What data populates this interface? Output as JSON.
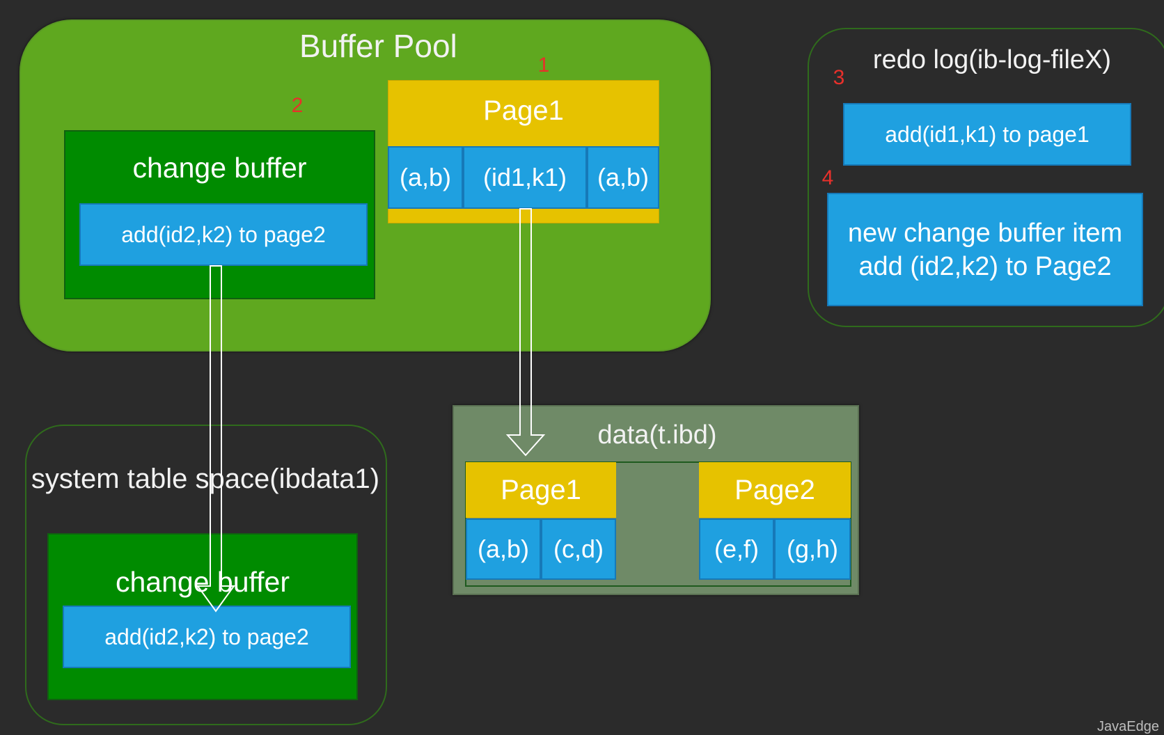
{
  "buffer_pool": {
    "title": "Buffer Pool",
    "change_buffer": {
      "title": "change buffer",
      "item": "add(id2,k2) to page2"
    },
    "page1": {
      "title": "Page1",
      "cells": [
        "(a,b)",
        "(id1,k1)",
        "(a,b)"
      ]
    }
  },
  "step_numbers": {
    "one": "1",
    "two": "2",
    "three": "3",
    "four": "4"
  },
  "redo_log": {
    "title": "redo log(ib-log-fileX)",
    "item1": "add(id1,k1) to page1",
    "item2_line1": "new change buffer item",
    "item2_line2": "add (id2,k2) to Page2"
  },
  "system_table_space": {
    "title": "system table space(ibdata1)",
    "change_buffer": {
      "title": "change buffer",
      "item": "add(id2,k2) to page2"
    }
  },
  "data_file": {
    "title": "data(t.ibd)",
    "page1": {
      "title": "Page1",
      "cells": [
        "(a,b)",
        "(c,d)"
      ]
    },
    "page2": {
      "title": "Page2",
      "cells": [
        "(e,f)",
        "(g,h)"
      ]
    }
  },
  "watermark": "JavaEdge",
  "colors": {
    "background": "#2b2b2b",
    "buffer_pool": "#5fa81f",
    "change_buffer": "#008b00",
    "item_blue": "#1fa0e0",
    "page_yellow": "#e6c200",
    "data_file": "#6f8a67",
    "step_number": "#e8302b"
  }
}
